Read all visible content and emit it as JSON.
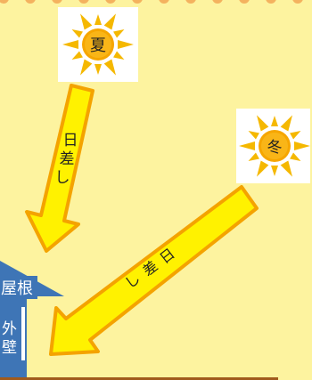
{
  "summer": {
    "kanji": "夏"
  },
  "winter": {
    "kanji": "冬"
  },
  "arrow_summer": {
    "label_chars": [
      "日",
      "差",
      "し"
    ]
  },
  "arrow_winter": {
    "label_chars": [
      "日",
      "差",
      "し"
    ]
  },
  "house": {
    "roof_label": "屋根",
    "wall_label_chars": [
      "外",
      "壁"
    ]
  },
  "colors": {
    "background": "#fdf39f",
    "sun_core": "#f6a600",
    "sun_ray": "#f5b800",
    "arrow_fill": "#fff200",
    "arrow_stroke": "#f4a300",
    "house": "#3e75b6",
    "house_dark": "#234f86",
    "floor_line": "#a05a1c"
  }
}
